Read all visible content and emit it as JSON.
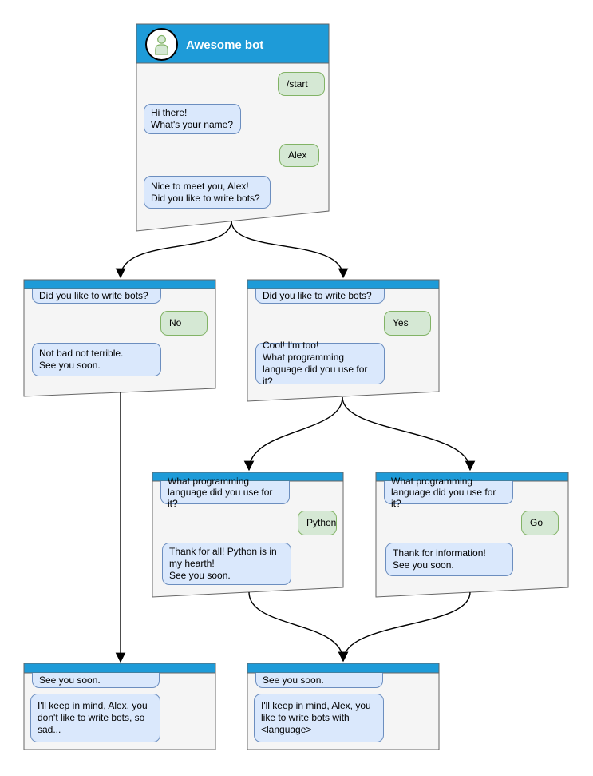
{
  "diagram": {
    "name": "Awesome bot conversation flow",
    "colors": {
      "header_blue": "#1e9bd8",
      "window_fill": "#f5f5f5",
      "window_border": "#666666",
      "bot_fill": "#dae8fc",
      "bot_border": "#6c8ebf",
      "user_fill": "#d5e8d4",
      "user_border": "#82b366",
      "arrow": "#000000",
      "title_text": "#ffffff"
    },
    "windows": [
      {
        "name": "root",
        "title": "Awesome bot",
        "avatar_icon": "person-icon",
        "messages": [
          {
            "side": "user",
            "text": "/start"
          },
          {
            "side": "bot",
            "text": "Hi there!\nWhat's your name?"
          },
          {
            "side": "user",
            "text": "Alex"
          },
          {
            "side": "bot",
            "text": "Nice to meet you, Alex!\nDid you like to write bots?"
          }
        ]
      },
      {
        "name": "branch-no",
        "messages": [
          {
            "side": "bot",
            "text": "Did you like to write bots?"
          },
          {
            "side": "user",
            "text": "No"
          },
          {
            "side": "bot",
            "text": "Not bad not terrible.\nSee you soon."
          }
        ]
      },
      {
        "name": "branch-yes",
        "messages": [
          {
            "side": "bot",
            "text": "Did you like to write bots?"
          },
          {
            "side": "user",
            "text": "Yes"
          },
          {
            "side": "bot",
            "text": "Cool! I'm too!\nWhat programming\nlanguage did you use for it?"
          }
        ]
      },
      {
        "name": "branch-python",
        "messages": [
          {
            "side": "bot",
            "text": "What programming\nlanguage did you use for it?"
          },
          {
            "side": "user",
            "text": "Python"
          },
          {
            "side": "bot",
            "text": "Thank for all! Python is in\nmy hearth!\nSee you soon."
          }
        ]
      },
      {
        "name": "branch-go",
        "messages": [
          {
            "side": "bot",
            "text": "What programming\nlanguage did you use for it?"
          },
          {
            "side": "user",
            "text": "Go"
          },
          {
            "side": "bot",
            "text": "Thank for information!\nSee you soon."
          }
        ]
      },
      {
        "name": "end-no",
        "messages": [
          {
            "side": "bot",
            "text": "See you soon."
          },
          {
            "side": "bot",
            "text": "I'll keep in mind, Alex, you\ndon't like to write bots, so\nsad..."
          }
        ]
      },
      {
        "name": "end-yes",
        "messages": [
          {
            "side": "bot",
            "text": "See you soon."
          },
          {
            "side": "bot",
            "text": "I'll keep in mind, Alex, you\nlike to write bots with\n<language>"
          }
        ]
      }
    ]
  }
}
